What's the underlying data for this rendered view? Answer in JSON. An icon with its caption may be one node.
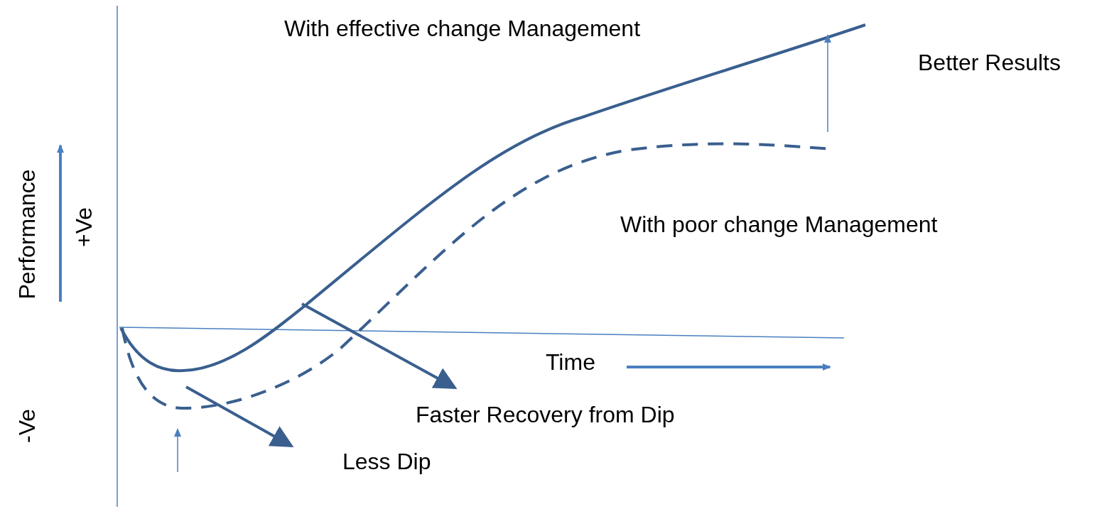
{
  "diagram": {
    "nodes": [
      {
        "text": [
          "Faster Recovery from Dip"
        ]
      },
      {
        "text": [
          "Less Dip"
        ]
      }
    ],
    "edges": [
      {
        "from": null,
        "to": 0,
        "arrow": "to"
      },
      {
        "from": null,
        "to": 1,
        "arrow": "to"
      }
    ],
    "labels": [
      "With effective change Management",
      "Better Results",
      "Performance",
      "+Ve",
      "With poor change Management",
      "Time",
      "-Ve"
    ]
  }
}
